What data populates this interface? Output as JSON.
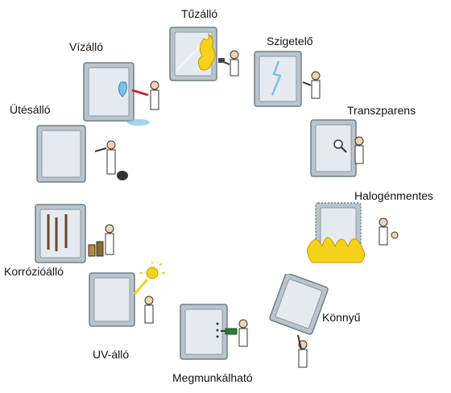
{
  "properties": [
    {
      "label": "Tűzálló",
      "icon": "fire-icon"
    },
    {
      "label": "Szigetelő",
      "icon": "electric-spark-icon"
    },
    {
      "label": "Transzparens",
      "icon": "magnifier-icon"
    },
    {
      "label": "Halogénmentes",
      "icon": "flame-icon"
    },
    {
      "label": "Könnyű",
      "icon": "lifting-person-icon"
    },
    {
      "label": "Megmunkálható",
      "icon": "drill-icon"
    },
    {
      "label": "UV-álló",
      "icon": "sun-icon"
    },
    {
      "label": "Korrózióálló",
      "icon": "bottles-icon"
    },
    {
      "label": "Ütésálló",
      "icon": "hammer-icon"
    },
    {
      "label": "Vízálló",
      "icon": "water-splash-icon"
    }
  ],
  "colors": {
    "box_body": "#b9c4cc",
    "box_dark": "#6f7e89",
    "box_light": "#e4eaef",
    "accent_blue": "#7cc0e6",
    "fire_yellow": "#f5d21a",
    "text": "#111111"
  }
}
